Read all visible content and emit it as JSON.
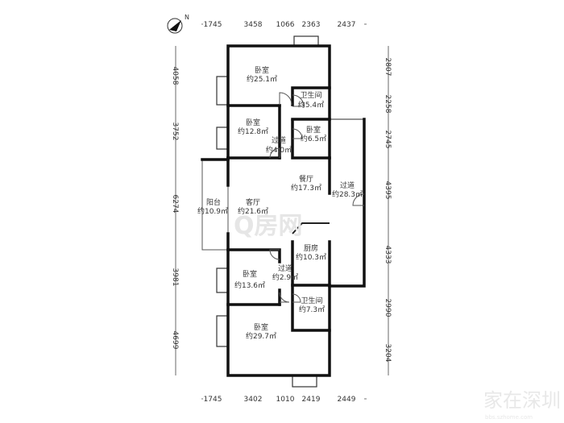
{
  "compass": {
    "label": "N"
  },
  "rooms": [
    {
      "name": "卧室",
      "area": "约25.1㎡"
    },
    {
      "name": "卫生间",
      "area": "约5.4㎡"
    },
    {
      "name": "卧室",
      "area": "约12.8㎡"
    },
    {
      "name": "卧室",
      "area": "约6.5㎡"
    },
    {
      "name": "过道",
      "area": "约4.0㎡"
    },
    {
      "name": "餐厅",
      "area": "约17.3㎡"
    },
    {
      "name": "过道",
      "area": "约28.3㎡"
    },
    {
      "name": "阳台",
      "area": "约10.9㎡"
    },
    {
      "name": "客厅",
      "area": "约21.6㎡"
    },
    {
      "name": "厨房",
      "area": "约10.3㎡"
    },
    {
      "name": "过道",
      "area": "约2.9㎡"
    },
    {
      "name": "卧室",
      "area": "约13.6㎡"
    },
    {
      "name": "卫生间",
      "area": "约7.3㎡"
    },
    {
      "name": "卧室",
      "area": "约29.7㎡"
    }
  ],
  "dimensions": {
    "top": [
      "1745",
      "3458",
      "1066",
      "2363",
      "2437"
    ],
    "bottom": [
      "1745",
      "3402",
      "1010",
      "2419",
      "2449"
    ],
    "left": [
      "4058",
      "3752",
      "6274",
      "3981",
      "4699"
    ],
    "right": [
      "2807",
      "2258",
      "2745",
      "4395",
      "4333",
      "2990",
      "3204"
    ]
  },
  "watermarks": {
    "center": "Q房网",
    "corner": "家在深圳",
    "corner_url": "bbs.szhome.com"
  }
}
